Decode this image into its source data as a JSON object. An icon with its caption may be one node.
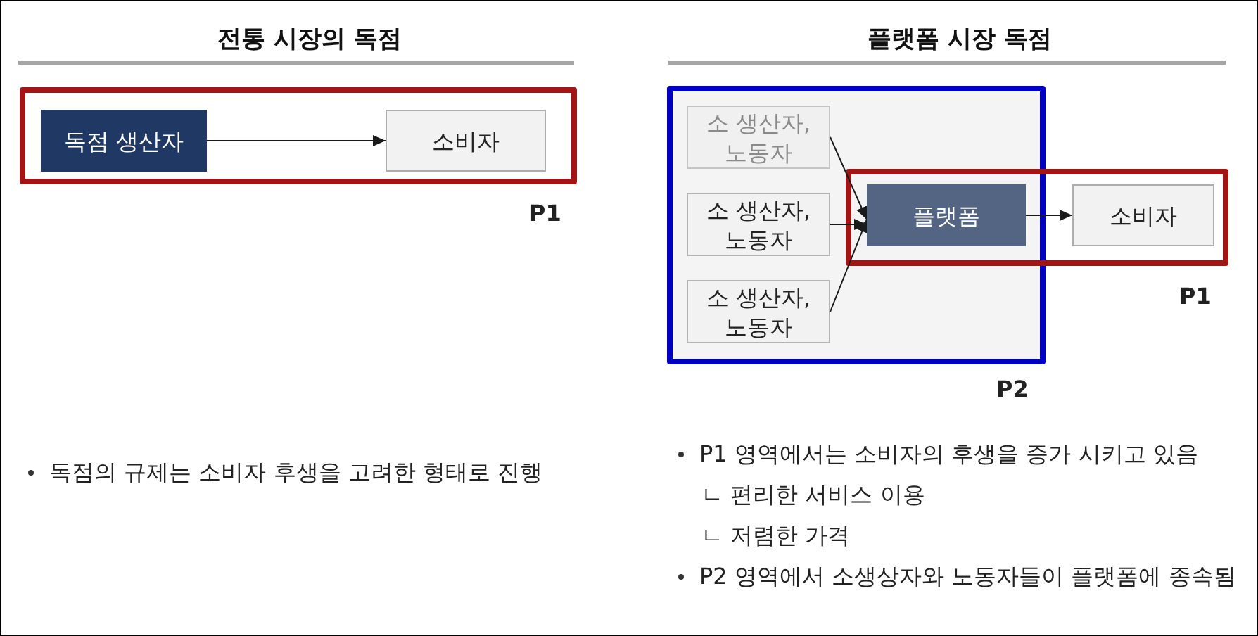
{
  "diagram": {
    "nodes": [
      {
        "text": [],
        "shape": "box",
        "beside": [
          "P1"
        ]
      },
      {
        "text": [
          "독점 생산자"
        ],
        "in": 0
      },
      {
        "text": [
          "소비자"
        ],
        "in": 0
      },
      {
        "text": [],
        "shape": "box",
        "beside": [
          "P2"
        ]
      },
      {
        "text": [
          "소 생산자, 노동자"
        ],
        "in": 3
      },
      {
        "text": [
          "소 생산자, 노동자"
        ],
        "in": 3
      },
      {
        "text": [
          "소 생산자, 노동자"
        ],
        "in": 3
      },
      {
        "text": [],
        "shape": "box",
        "beside": [
          "P1"
        ]
      },
      {
        "text": [
          "플랫폼"
        ]
      },
      {
        "text": [
          "소비자"
        ],
        "in": 7
      }
    ],
    "edges": [
      {
        "from": 1,
        "to": 2,
        "arrow": "to"
      },
      {
        "from": 4,
        "to": 8,
        "arrow": "to"
      },
      {
        "from": 5,
        "to": 8,
        "arrow": "to"
      },
      {
        "from": 6,
        "to": 8,
        "arrow": "to"
      },
      {
        "from": 8,
        "to": 9,
        "arrow": "to"
      }
    ],
    "labels": [
      "전통 시장의 독점",
      "플랫폼 시장 독점",
      "독점의 규제는 소비자 후생을 고려한 형태로 진행",
      "P1 영역에서는 소비자의 후생을 증가 시키고 있음",
      "ㄴ 편리한 서비스 이용",
      "ㄴ 저렴한 가격",
      "P2 영역에서 소생상자와 노동자들이 플랫폼에 종속됨"
    ]
  }
}
